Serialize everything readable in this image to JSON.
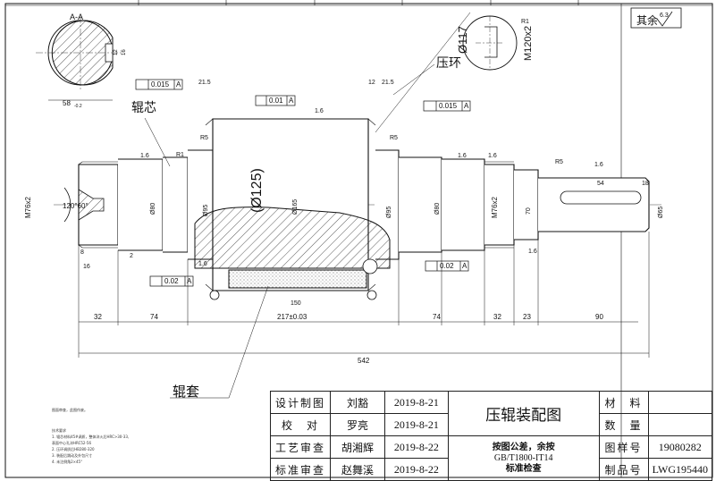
{
  "drawing": {
    "roughness_note": "其余",
    "roughness_value": "6.3",
    "section_label": "A-A",
    "section_dims": {
      "d1": "12",
      "d2": "16",
      "d3": "58",
      "d3_tol": "-0.2"
    },
    "part_labels": {
      "core": "辊芯",
      "collar": "压环",
      "sleeve": "辊套"
    },
    "tolerance_frames": {
      "runout_left": "0.015",
      "runout_right": "0.015",
      "perp_left": "0.01",
      "perp_bottom_left": "0.02",
      "perp_bottom_right": "0.02",
      "datum": "A"
    },
    "diameters": {
      "collar_outer": "Ø117",
      "collar_thread": "M120x2",
      "sleeve_ref": "(Ø125)",
      "body": "Ø165",
      "thread_left": "M76x2",
      "thread_right": "M76x2",
      "neck_left": "Ø80",
      "neck_right": "Ø80",
      "bearing_left": "Ø95",
      "bearing_right": "Ø95",
      "stub_right": "70",
      "shaft_end": "Ø65",
      "center_hole": "120°60°"
    },
    "small_dims": {
      "d_21_5_l": "21.5",
      "d_21_5_r": "21.5",
      "d_12": "12",
      "d_8": "8",
      "d_16": "16",
      "d_2": "2",
      "d_150": "150",
      "d_54": "54",
      "d_18": "18",
      "r1": "R1",
      "r5": "R5",
      "rough": "1.6"
    },
    "long_dims": {
      "seg_a": "32",
      "seg_b": "74",
      "seg_c": "217±0.03",
      "seg_d": "74",
      "seg_e": "32",
      "seg_f": "23",
      "seg_g": "90",
      "overall": "542"
    }
  },
  "title_block": {
    "drawing_title": "压辊装配图",
    "rows": [
      {
        "role": "设计制图",
        "name": "刘豁",
        "date": "2019-8-21"
      },
      {
        "role": "校　对",
        "name": "罗亮",
        "date": "2019-8-21"
      },
      {
        "role": "工艺审查",
        "name": "胡湘辉",
        "date": "2019-8-22"
      },
      {
        "role": "标准审查",
        "name": "赵舞溪",
        "date": "2019-8-22"
      }
    ],
    "standards": [
      "按图公差，余按",
      "GB/T1800-IT14",
      "标准检查"
    ],
    "fields": [
      {
        "label": "材　料",
        "value": ""
      },
      {
        "label": "数　量",
        "value": ""
      },
      {
        "label": "图样号",
        "value": "19080282"
      },
      {
        "label": "制品号",
        "value": "LWG195440"
      }
    ]
  },
  "notes": {
    "stamp": "图面审查，此图作废。",
    "lines": [
      "技术要求",
      "1. 辊芯材料45#调质，整体淬火后HRC>30-33,",
      "   表面中心孔淬HRC52-56",
      "2. 压环调质后HB280-320",
      "3. 装配后跳动及外包尺寸",
      "4. 未注倒角2×45°"
    ]
  }
}
